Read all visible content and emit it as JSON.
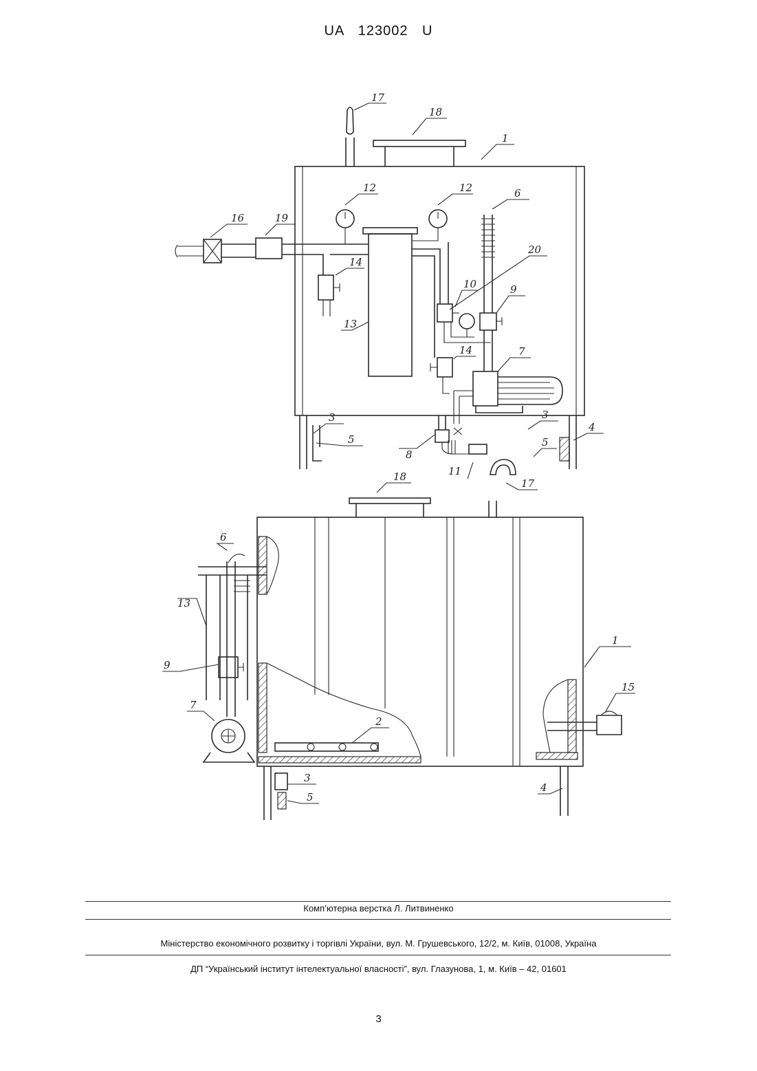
{
  "header": {
    "doc_number": "UA   123002   U"
  },
  "figure": {
    "top_view_labels": [
      "17",
      "18",
      "1",
      "12",
      "12",
      "6",
      "16",
      "19",
      "20",
      "14",
      "10",
      "9",
      "13",
      "14",
      "7",
      "3",
      "5",
      "3",
      "4",
      "8",
      "5",
      "11",
      "17",
      "18"
    ],
    "side_view_labels": [
      "6",
      "13",
      "9",
      "7",
      "1",
      "15",
      "2",
      "3",
      "5",
      "4"
    ]
  },
  "footer": {
    "layout_credit": "Комп’ютерна верстка Л. Литвиненко",
    "ministry": "Міністерство економічного розвитку і торгівлі України, вул. М. Грушевського, 12/2, м. Київ, 01008, Україна",
    "institute": "ДП “Український інститут інтелектуальної власності”, вул. Глазунова, 1, м. Київ – 42, 01601"
  },
  "page_number": "3"
}
